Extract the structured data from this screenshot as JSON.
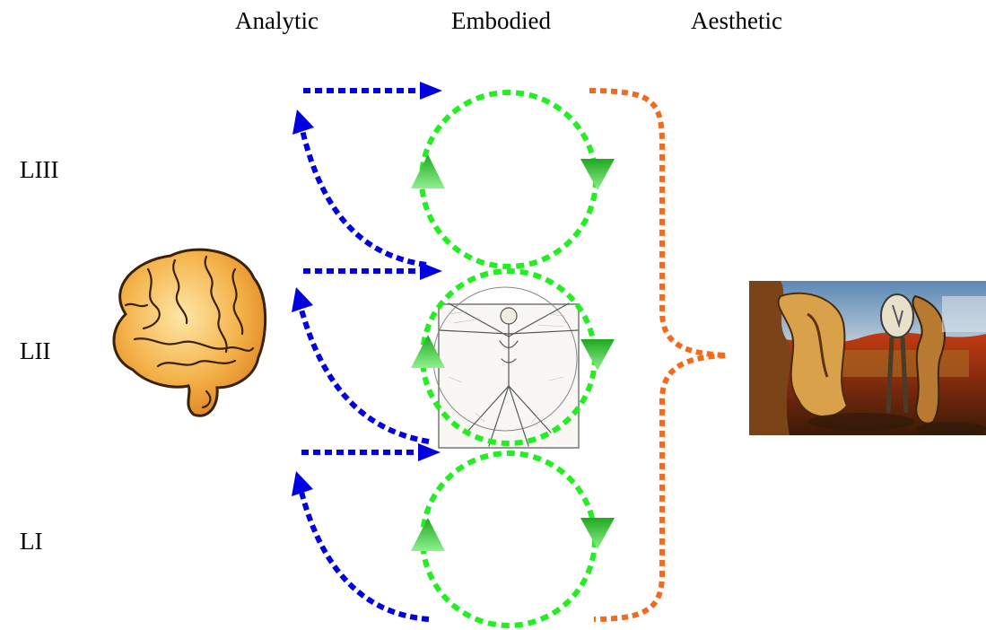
{
  "columns": {
    "analytic": "Analytic",
    "embodied": "Embodied",
    "aesthetic": "Aesthetic"
  },
  "levels": {
    "liii": "LIII",
    "lii": "LII",
    "li": "LI"
  },
  "colors": {
    "analytic_arrows": "#0000e0",
    "embodied_cycles": "#22ee22",
    "embodied_arrowheads": "#3ecb3e",
    "aesthetic_brace": "#f26a1b",
    "brain_fill": "#f2a93b",
    "brain_outline": "#3a2208"
  },
  "icons": {
    "brain": "brain-icon",
    "vitruvian": "vitruvian-man-icon",
    "painting": "surreal-painting-icon"
  }
}
